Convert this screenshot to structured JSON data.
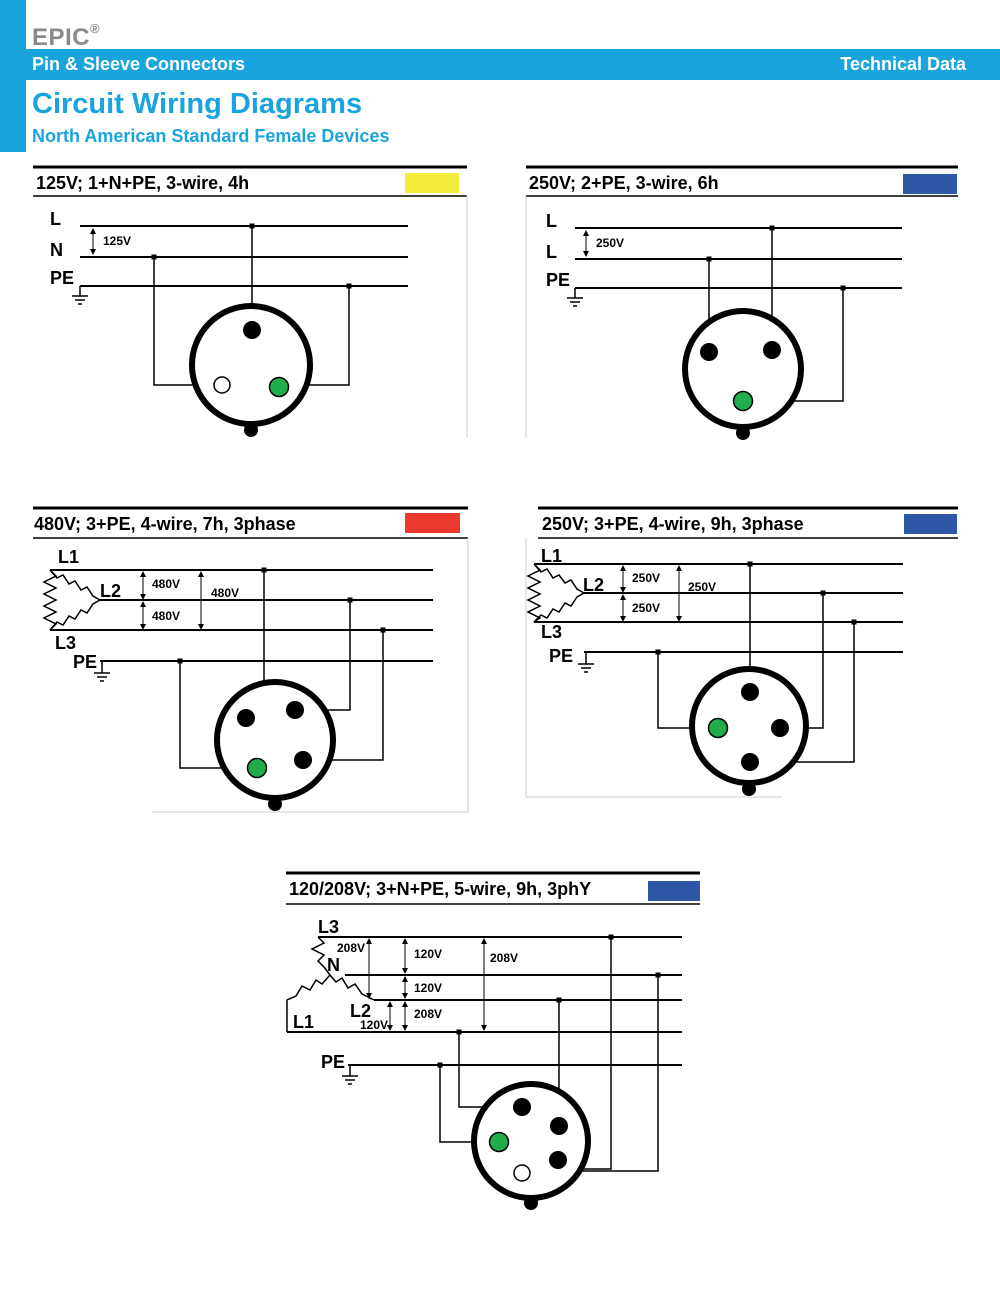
{
  "header": {
    "brand": "EPIC",
    "brand_mark": "®",
    "section_left": "Pin & Sleeve Connectors",
    "section_right": "Technical Data",
    "title": "Circuit Wiring Diagrams",
    "subtitle": "North American Standard Female Devices"
  },
  "colors": {
    "accent": "#1aa4dd",
    "pin_ground": "#1fae4b",
    "swatch_yellow": "#f4ec3b",
    "swatch_blue": "#2f57a8",
    "swatch_red": "#e93a2d"
  },
  "diagrams": [
    {
      "heading": "125V; 1+N+PE, 3-wire, 4h",
      "color_code": "yellow",
      "conductors": [
        "L",
        "N",
        "PE"
      ],
      "voltages": [
        "125V"
      ],
      "ground_symbol": "ground-icon"
    },
    {
      "heading": "250V; 2+PE, 3-wire, 6h",
      "color_code": "blue",
      "conductors": [
        "L",
        "L",
        "PE"
      ],
      "voltages": [
        "250V"
      ],
      "ground_symbol": "ground-icon"
    },
    {
      "heading": "480V; 3+PE, 4-wire, 7h, 3phase",
      "color_code": "red",
      "conductors": [
        "L1",
        "L2",
        "L3",
        "PE"
      ],
      "voltages": [
        "480V",
        "480V",
        "480V"
      ],
      "ground_symbol": "ground-icon"
    },
    {
      "heading": "250V; 3+PE, 4-wire, 9h, 3phase",
      "color_code": "blue",
      "conductors": [
        "L1",
        "L2",
        "L3",
        "PE"
      ],
      "voltages": [
        "250V",
        "250V",
        "250V"
      ],
      "ground_symbol": "ground-icon"
    },
    {
      "heading": "120/208V; 3+N+PE, 5-wire, 9h, 3phY",
      "color_code": "blue",
      "conductors": [
        "L3",
        "N",
        "L2",
        "L1",
        "PE"
      ],
      "voltages": [
        "208V",
        "120V",
        "208V",
        "120V",
        "120V",
        "208V"
      ],
      "ground_symbol": "ground-icon"
    }
  ]
}
